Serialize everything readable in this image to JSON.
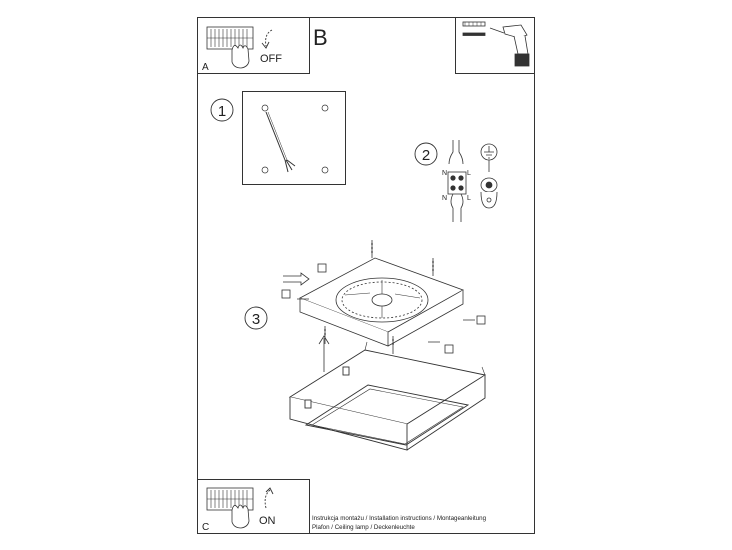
{
  "panels": {
    "a": {
      "letter": "A",
      "switch_label": "OFF"
    },
    "b": {
      "letter": "B"
    },
    "c": {
      "letter": "C",
      "switch_label": "ON"
    }
  },
  "steps": [
    "1",
    "2",
    "3"
  ],
  "wiring": {
    "left_top": "N",
    "right_top": "L",
    "left_bottom": "N",
    "right_bottom": "L"
  },
  "footer": {
    "line1": "Instrukcja montażu / Installation instructions / Montageanleitung",
    "line2": "Plafon / Ceiling lamp / Deckenleuchte"
  }
}
